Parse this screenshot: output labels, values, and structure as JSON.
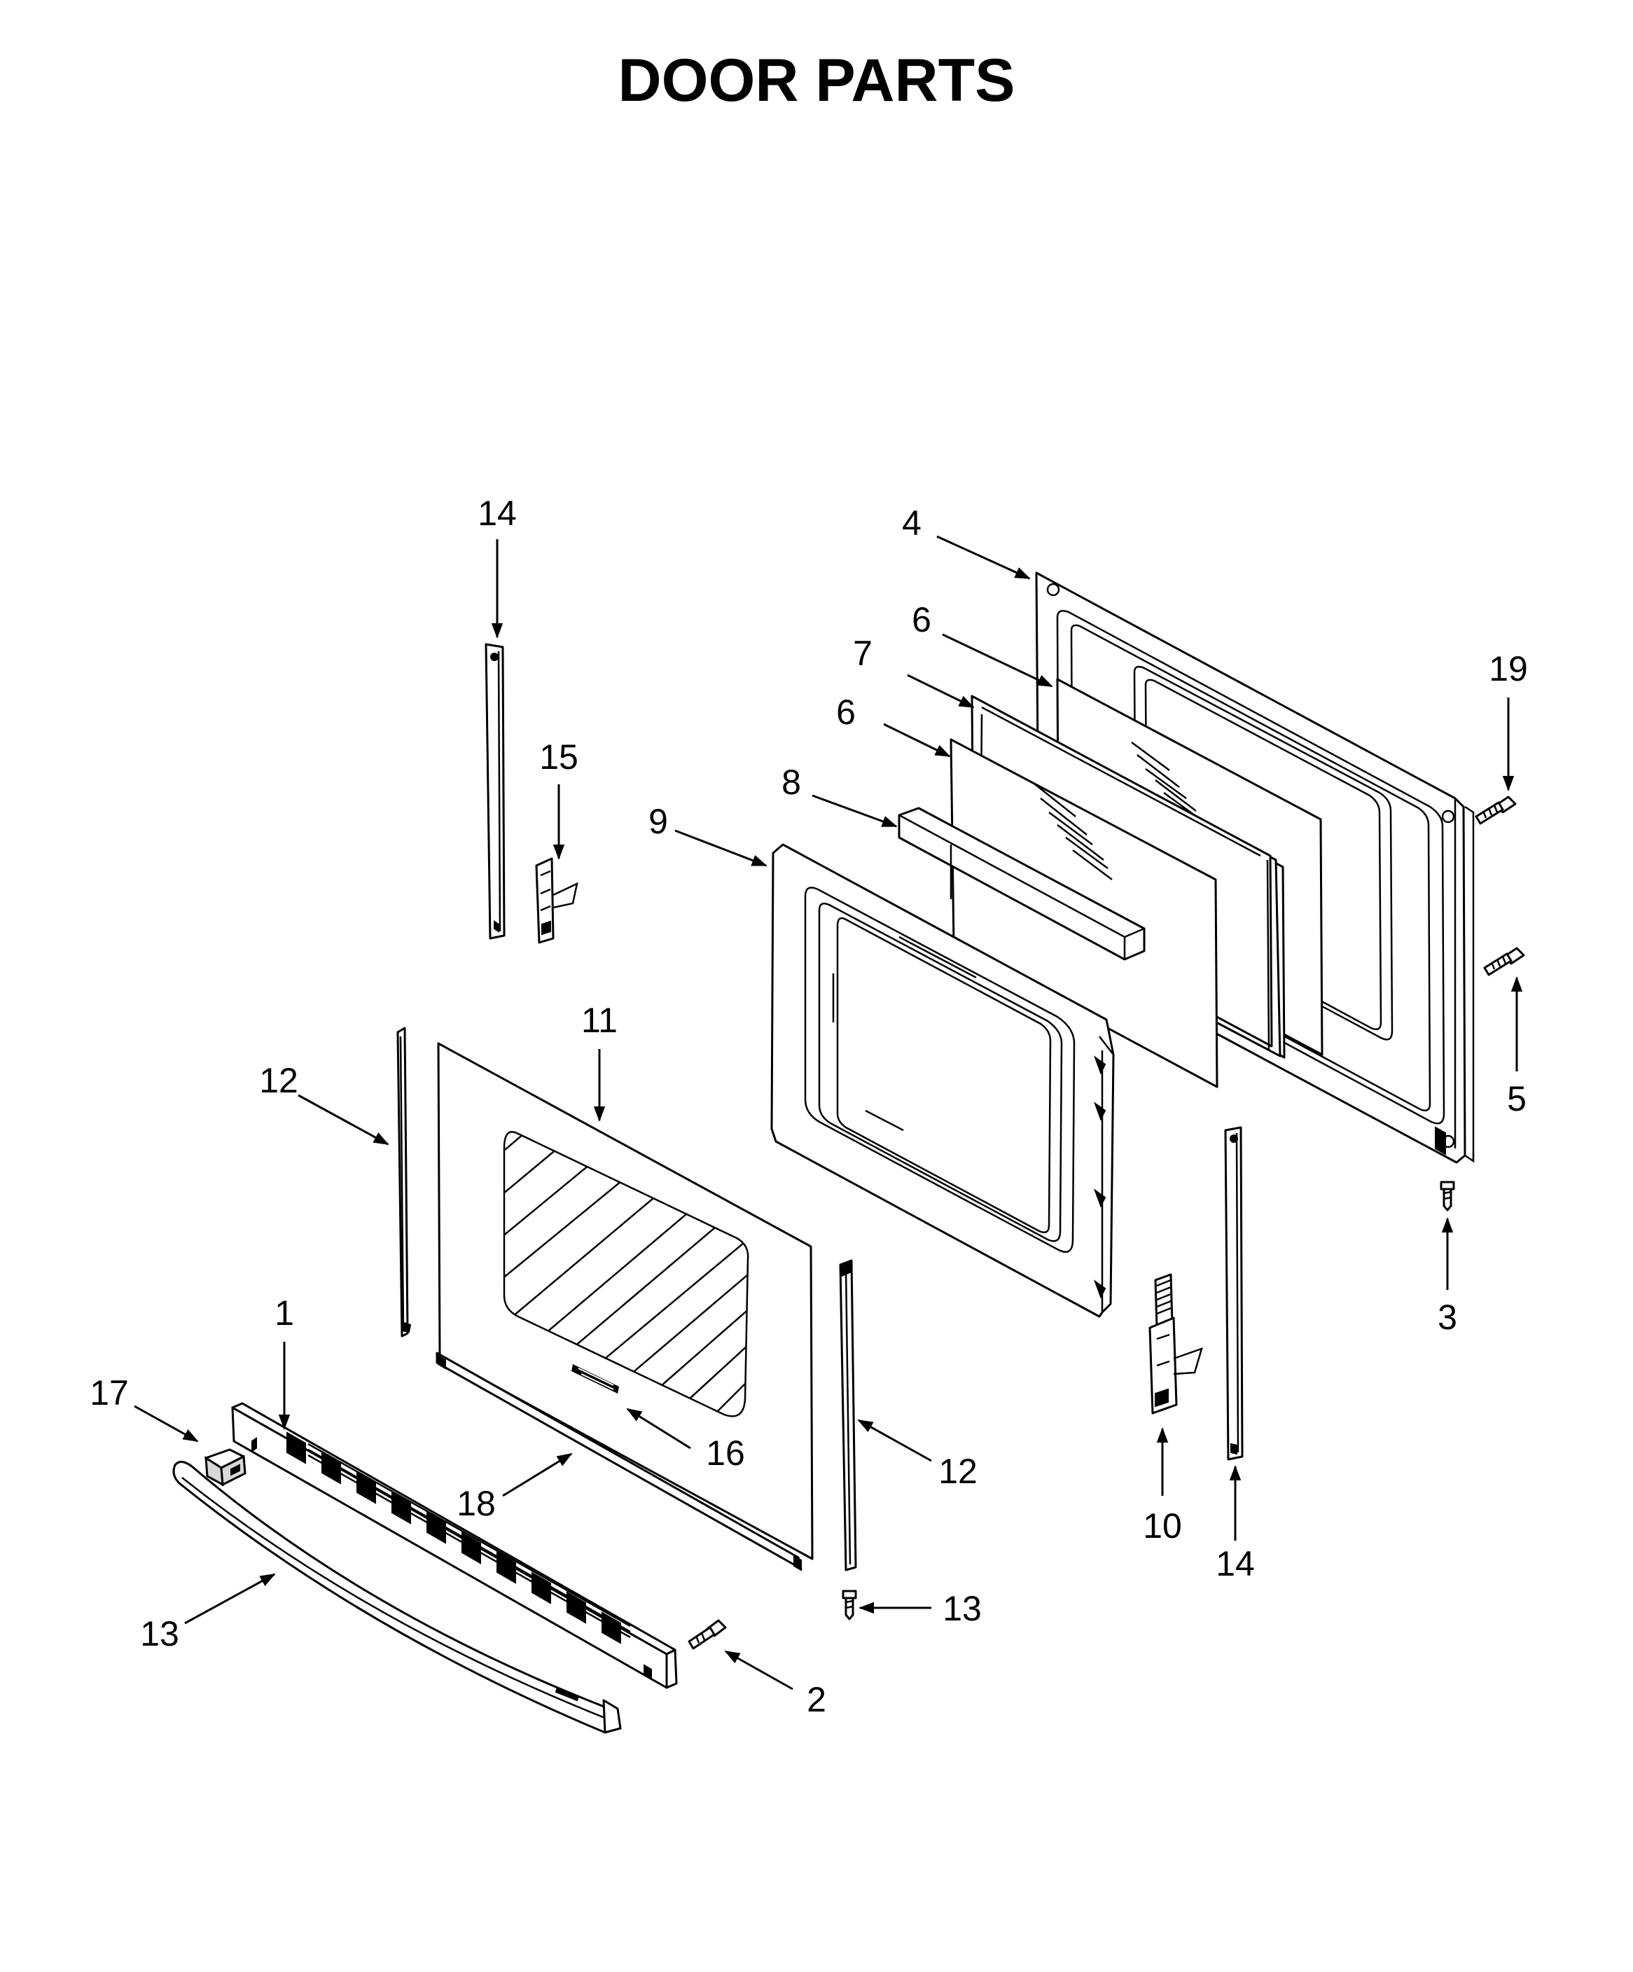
{
  "title": "DOOR PARTS",
  "callouts": [
    {
      "id": "c14a",
      "label": "14"
    },
    {
      "id": "c15",
      "label": "15"
    },
    {
      "id": "c4",
      "label": "4"
    },
    {
      "id": "c6a",
      "label": "6"
    },
    {
      "id": "c7",
      "label": "7"
    },
    {
      "id": "c6b",
      "label": "6"
    },
    {
      "id": "c8",
      "label": "8"
    },
    {
      "id": "c9",
      "label": "9"
    },
    {
      "id": "c19",
      "label": "19"
    },
    {
      "id": "c5",
      "label": "5"
    },
    {
      "id": "c11",
      "label": "11"
    },
    {
      "id": "c12a",
      "label": "12"
    },
    {
      "id": "c13a",
      "label": "13"
    },
    {
      "id": "c1",
      "label": "1"
    },
    {
      "id": "c17",
      "label": "17"
    },
    {
      "id": "c16",
      "label": "16"
    },
    {
      "id": "c18",
      "label": "18"
    },
    {
      "id": "c12b",
      "label": "12"
    },
    {
      "id": "c10",
      "label": "10"
    },
    {
      "id": "c14b",
      "label": "14"
    },
    {
      "id": "c3",
      "label": "3"
    },
    {
      "id": "c13b",
      "label": "13"
    },
    {
      "id": "c2",
      "label": "2"
    }
  ]
}
